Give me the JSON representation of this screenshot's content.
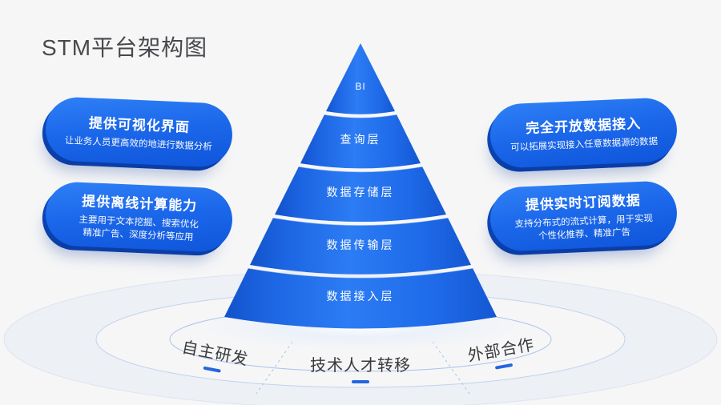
{
  "title": "STM平台架构图",
  "colors": {
    "background": "#f6f6f7",
    "primary_blue": "#1b67ea",
    "pyramid_blue_light": "#2c7cf4",
    "pyramid_blue_dark": "#1252ca",
    "pill_edge_dark": "#0c4cc4",
    "accent_dash": "#2465e0",
    "ring_stroke": "#8fb0e6",
    "title_text": "#47494c",
    "segment_text": "#37393d"
  },
  "pyramid": {
    "layers": [
      {
        "label": "BI"
      },
      {
        "label": "查询层"
      },
      {
        "label": "数据存储层"
      },
      {
        "label": "数据传输层"
      },
      {
        "label": "数据接入层"
      }
    ]
  },
  "callouts": {
    "left": [
      {
        "title": "提供可视化界面",
        "desc": "让业务人员更高效的地进行数据分析"
      },
      {
        "title": "提供离线计算能力",
        "desc": "主要用于文本挖掘、搜索优化\n精准广告、深度分析等应用"
      }
    ],
    "right": [
      {
        "title": "完全开放数据接入",
        "desc": "可以拓展实现接入任意数据源的数据"
      },
      {
        "title": "提供实时订阅数据",
        "desc": "支持分布式的流式计算，用于实现\n个性化推荐、精准广告"
      }
    ]
  },
  "foundation": {
    "segments": [
      {
        "label": "自主研发"
      },
      {
        "label": "技术人才转移"
      },
      {
        "label": "外部合作"
      }
    ]
  }
}
